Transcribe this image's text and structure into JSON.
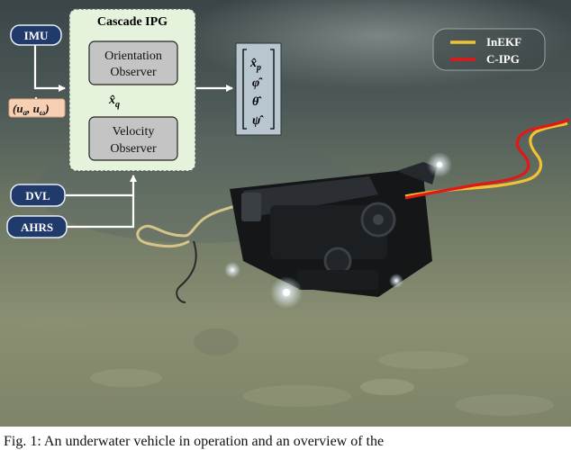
{
  "diagram": {
    "cascade_title": "Cascade IPG",
    "orientation_line1": "Orientation",
    "orientation_line2": "Observer",
    "velocity_line1": "Velocity",
    "velocity_line2": "Observer",
    "xq_label": "x̂",
    "xq_sub": "q",
    "inputs": {
      "imu": "IMU",
      "u_label": "(u",
      "u_sub_a": "a",
      "u_sep": ", u",
      "u_sub_w": "ω",
      "u_close": ")",
      "dvl": "DVL",
      "ahrs": "AHRS"
    },
    "output_vector": [
      "x̂",
      "φ̂",
      "θ̂",
      "ψ̂"
    ],
    "output_x_sub": "p"
  },
  "legend": {
    "entries": [
      {
        "label": "InEKF",
        "color": "#f2c230"
      },
      {
        "label": "C-IPG",
        "color": "#e01818"
      }
    ]
  },
  "colors": {
    "ipg_box_fill": "#e6f3dc",
    "observer_fill": "#c4c4c4",
    "input_fill": "#1f3a6b",
    "u_box_fill": "#f7cfb3",
    "output_box_fill": "#b7c6cf"
  },
  "caption": "Fig. 1: An underwater vehicle in operation and an overview of the"
}
